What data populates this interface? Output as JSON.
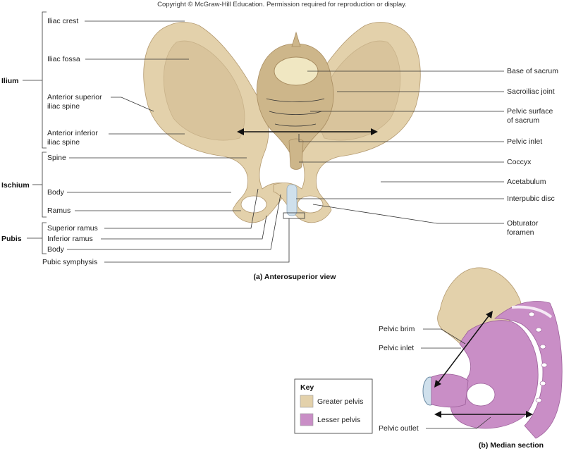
{
  "copyright": "Copyright © McGraw-Hill Education. Permission required for reproduction or display.",
  "groups": {
    "ilium": "Ilium",
    "ischium": "Ischium",
    "pubis": "Pubis"
  },
  "left_labels": {
    "iliac_crest": "Iliac crest",
    "iliac_fossa": "Iliac fossa",
    "asis_1": "Anterior superior",
    "asis_2": "iliac spine",
    "aiis_1": "Anterior inferior",
    "aiis_2": "iliac spine",
    "spine": "Spine",
    "body": "Body",
    "ramus": "Ramus",
    "superior_ramus": "Superior ramus",
    "inferior_ramus": "Inferior ramus",
    "pubis_body": "Body",
    "pubic_symphysis": "Pubic symphysis"
  },
  "right_labels": {
    "base_sacrum": "Base of sacrum",
    "sacroiliac": "Sacroiliac joint",
    "pelvic_surface_1": "Pelvic surface",
    "pelvic_surface_2": "of sacrum",
    "pelvic_inlet": "Pelvic inlet",
    "coccyx": "Coccyx",
    "acetabulum": "Acetabulum",
    "interpubic": "Interpubic disc",
    "obturator_1": "Obturator",
    "obturator_2": "foramen"
  },
  "captions": {
    "a": "(a) Anterosuperior view",
    "b": "(b) Median section"
  },
  "median_labels": {
    "pelvic_brim": "Pelvic brim",
    "pelvic_inlet": "Pelvic inlet",
    "pelvic_outlet": "Pelvic outlet"
  },
  "key": {
    "title": "Key",
    "greater": "Greater pelvis",
    "lesser": "Lesser pelvis",
    "greater_color": "#e3d1ab",
    "lesser_color": "#c98ec6"
  }
}
